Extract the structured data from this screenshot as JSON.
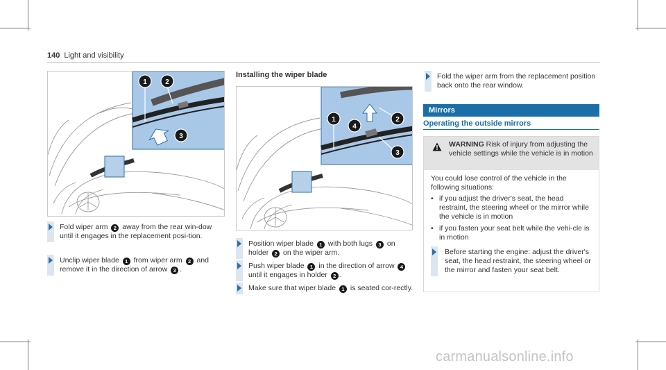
{
  "header": {
    "page_number": "140",
    "section": "Light and visibility"
  },
  "left_column": {
    "steps": [
      {
        "parts": [
          "Fold wiper arm ",
          "2",
          " away from the rear win-dow until it engages in the replacement posi-tion."
        ]
      },
      {
        "parts": [
          "Unclip wiper blade ",
          "1",
          " from wiper arm ",
          "2",
          " and remove it in the direction of arrow ",
          "3",
          "."
        ]
      }
    ],
    "figure_callouts": [
      "1",
      "2",
      "3"
    ]
  },
  "middle_column": {
    "title": "Installing the wiper blade",
    "figure_callouts": [
      "1",
      "4",
      "2",
      "3"
    ],
    "steps": [
      {
        "parts": [
          "Position wiper blade ",
          "1",
          " with both lugs ",
          "3",
          " on holder ",
          "2",
          " on the wiper arm."
        ]
      },
      {
        "parts": [
          "Push wiper blade ",
          "1",
          " in the direction of arrow ",
          "4",
          " until it engages in holder ",
          "2",
          "."
        ]
      },
      {
        "parts": [
          "Make sure that wiper blade ",
          "1",
          " is seated cor-rectly."
        ]
      }
    ]
  },
  "right_column": {
    "step": "Fold the wiper arm from the replacement position back onto the rear window.",
    "banner": "Mirrors",
    "sub_heading": "Operating the outside mirrors",
    "warning": {
      "label": "WARNING",
      "text": "Risk of injury from adjusting the vehicle settings while the vehicle is in motion",
      "body": "You could lose control of the vehicle in the following situations:",
      "bullets": [
        "if you adjust the driver's seat, the head restraint, the steering wheel or the mirror while the vehicle is in motion",
        "if you fasten your seat belt while the vehi-cle is in motion"
      ],
      "step": "Before starting the engine: adjust the driver's seat, the head restraint, the steering wheel or the mirror and fasten your seat belt."
    }
  },
  "watermark": "carmanualsonline.info",
  "colors": {
    "accent": "#1a6fa8",
    "callout_bg": "#1a1a1a",
    "diagram_blue": "#a9c8e8"
  }
}
